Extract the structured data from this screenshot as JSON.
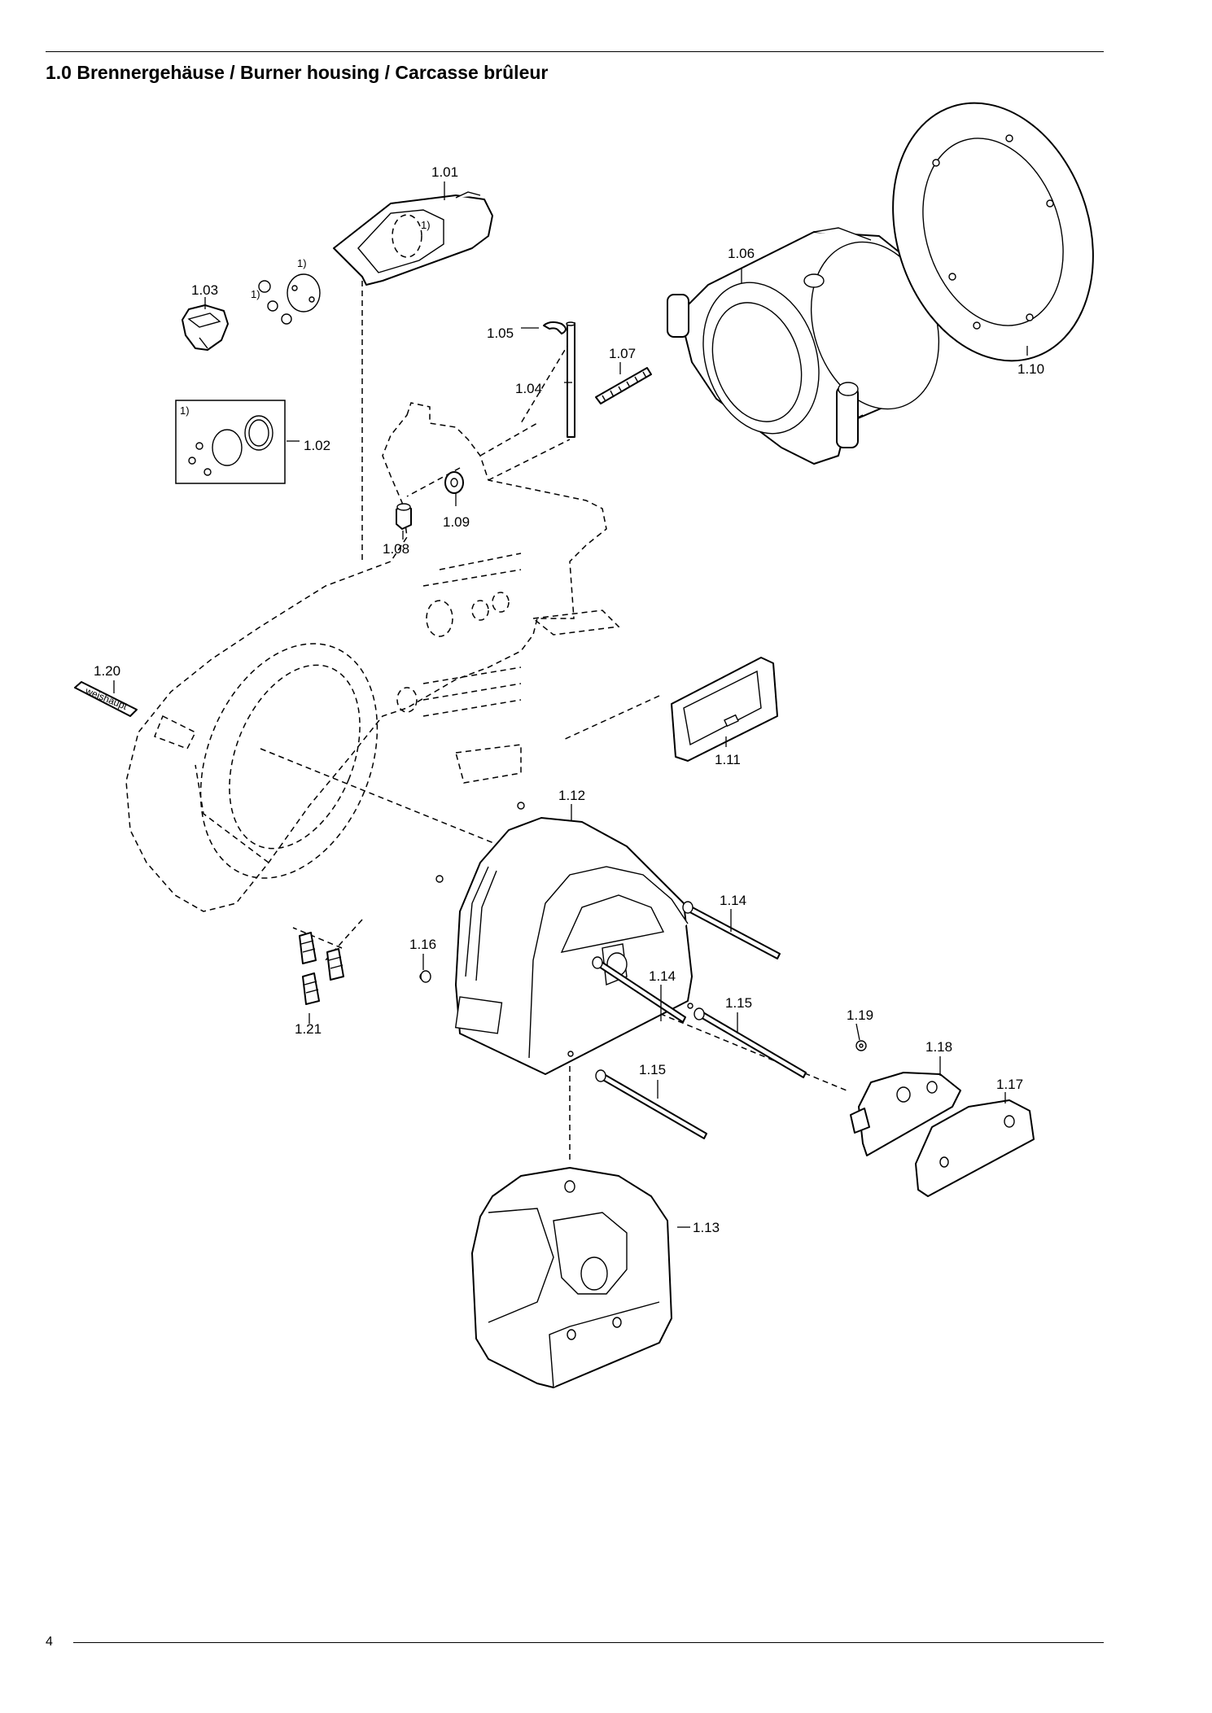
{
  "header": {
    "title": "1.0 Brennergehäuse / Burner housing / Carcasse brûleur"
  },
  "footer": {
    "page_number": "4"
  },
  "diagram": {
    "parts": [
      {
        "id": "1.01",
        "label": "1.01"
      },
      {
        "id": "1.02",
        "label": "1.02"
      },
      {
        "id": "1.03",
        "label": "1.03"
      },
      {
        "id": "1.04",
        "label": "1.04"
      },
      {
        "id": "1.05",
        "label": "1.05"
      },
      {
        "id": "1.06",
        "label": "1.06"
      },
      {
        "id": "1.07",
        "label": "1.07"
      },
      {
        "id": "1.08",
        "label": "1.08"
      },
      {
        "id": "1.09",
        "label": "1.09"
      },
      {
        "id": "1.10",
        "label": "1.10"
      },
      {
        "id": "1.11",
        "label": "1.11"
      },
      {
        "id": "1.12",
        "label": "1.12"
      },
      {
        "id": "1.13",
        "label": "1.13"
      },
      {
        "id": "1.14a",
        "label": "1.14"
      },
      {
        "id": "1.14b",
        "label": "1.14"
      },
      {
        "id": "1.15a",
        "label": "1.15"
      },
      {
        "id": "1.15b",
        "label": "1.15"
      },
      {
        "id": "1.16",
        "label": "1.16"
      },
      {
        "id": "1.17",
        "label": "1.17"
      },
      {
        "id": "1.18",
        "label": "1.18"
      },
      {
        "id": "1.19",
        "label": "1.19"
      },
      {
        "id": "1.20",
        "label": "1.20"
      },
      {
        "id": "1.21",
        "label": "1.21"
      }
    ],
    "footnote_marker": "1)",
    "nameplate_text": "weishaupt"
  }
}
